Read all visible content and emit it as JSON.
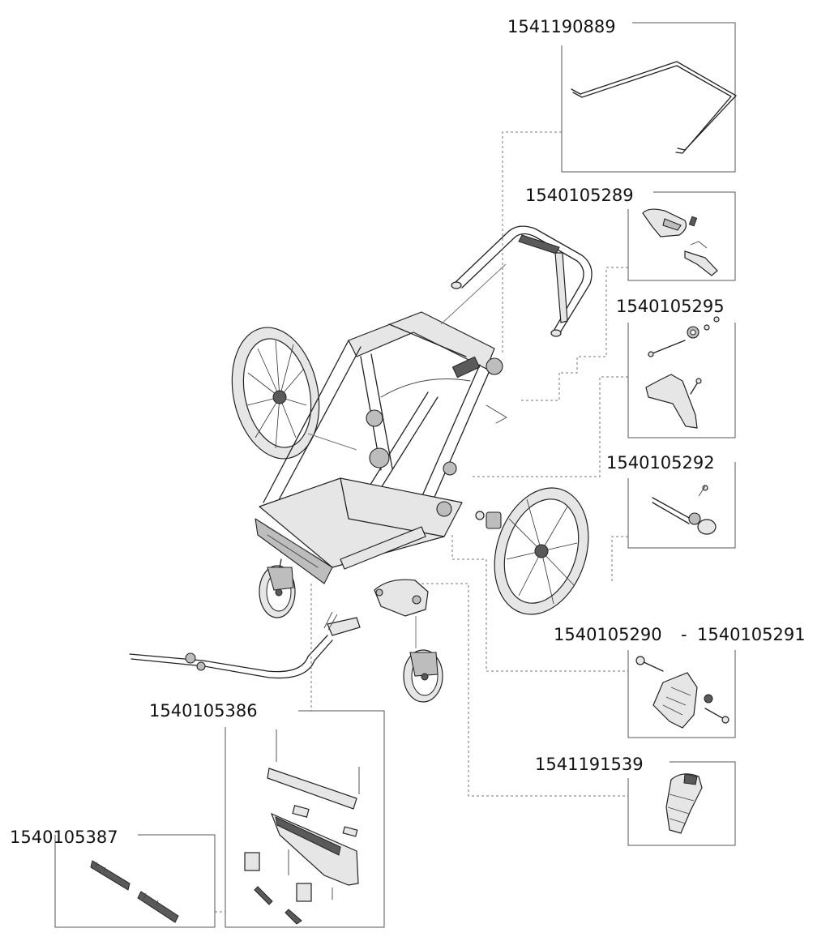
{
  "parts": [
    {
      "id": "canopy-bar",
      "number": "1541190889",
      "icon": "canopy-bar-icon"
    },
    {
      "id": "handlebar-clip",
      "number": "1540105289",
      "icon": "strap-clip-icon"
    },
    {
      "id": "brake-bracket",
      "number": "1540105295",
      "icon": "bracket-bolt-icon"
    },
    {
      "id": "axle-bolt",
      "number": "1540105292",
      "icon": "axle-bolt-icon"
    },
    {
      "id": "hinge",
      "number_from": "1540105290",
      "separator": "-",
      "number_to": "1540105291",
      "icon": "hinge-icon"
    },
    {
      "id": "swivel-lock",
      "number": "1541191539",
      "icon": "swivel-lock-icon"
    },
    {
      "id": "footrest-kit",
      "number": "1540105386",
      "icon": "footrest-kit-icon"
    },
    {
      "id": "reflectors",
      "number": "1540105387",
      "icon": "reflector-icon"
    }
  ],
  "colors": {
    "line": "#222222",
    "frame": "#555555",
    "background": "#ffffff"
  }
}
